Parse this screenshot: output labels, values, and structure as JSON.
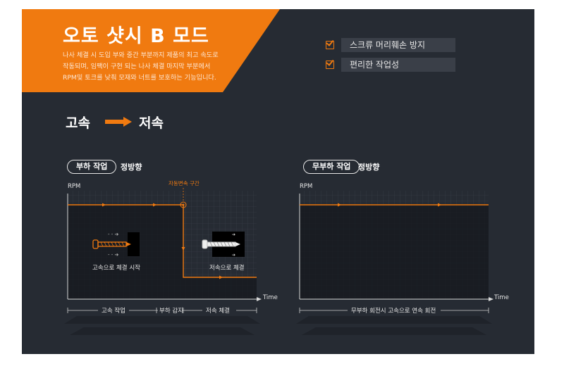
{
  "title": "오토 샷시 B 모드",
  "description": [
    "나사 체결 시 도입 부와 중간 부분까지 제품의 최고 속도로",
    "작동되며, 임팩이 구현 되는 나사 체결  마지막 부분에서",
    "RPM및 토크를 낮춰 모재와 너트를 보호하는 기능입니다."
  ],
  "features": [
    "스크류 머리훼손 방지",
    "편리한 작업성"
  ],
  "speed_transition": {
    "from": "고속",
    "to": "저속"
  },
  "left_chart": {
    "tag": "부하 작업",
    "direction": "정방향",
    "y_label": "RPM",
    "x_label": "Time",
    "annotation": "자동변속 구간",
    "caption_high": "고속으로 체결 시작",
    "caption_low": "저속으로 체결",
    "phases": [
      "고속 작업",
      "부하 감지",
      "저속 체결"
    ]
  },
  "right_chart": {
    "tag": "무부하 작업",
    "direction": "정방향",
    "y_label": "RPM",
    "x_label": "Time",
    "phase": "무부하 회전시 고속으로 연속 회전"
  },
  "colors": {
    "panel": "#262b33",
    "accent": "#f07a10",
    "banner": "#f07a10"
  }
}
